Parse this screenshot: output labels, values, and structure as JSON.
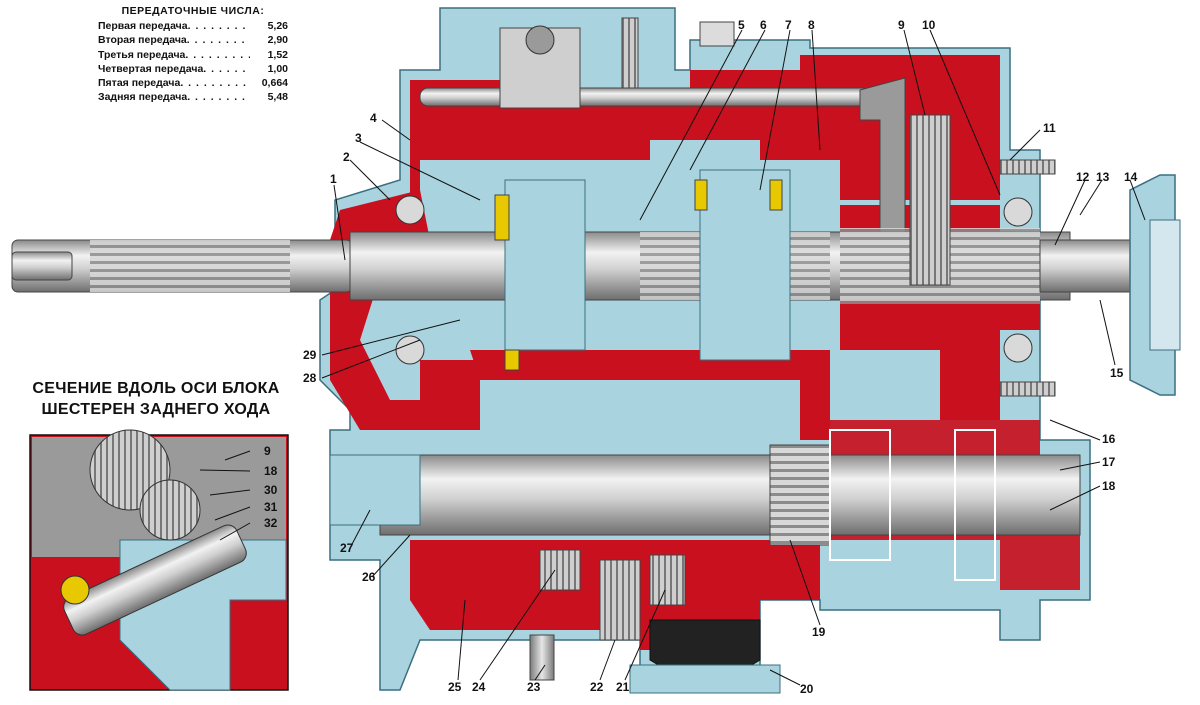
{
  "ratios": {
    "title": "ПЕРЕДАТОЧНЫЕ ЧИСЛА:",
    "rows": [
      {
        "name": "Первая передача",
        "value": "5,26"
      },
      {
        "name": "Вторая передача",
        "value": "2,90"
      },
      {
        "name": "Третья передача",
        "value": "1,52"
      },
      {
        "name": "Четвертая передача",
        "value": "1,00"
      },
      {
        "name": "Пятая передача",
        "value": "0,664"
      },
      {
        "name": "Задняя передача",
        "value": "5,48"
      }
    ]
  },
  "section": {
    "line1": "СЕЧЕНИЕ ВДОЛЬ ОСИ БЛОКА",
    "line2": "ШЕСТЕРЕН ЗАДНЕГО ХОДА"
  },
  "callouts": {
    "c1": "1",
    "c2": "2",
    "c3": "3",
    "c4": "4",
    "c5": "5",
    "c6": "6",
    "c7": "7",
    "c8": "8",
    "c9": "9",
    "c10": "10",
    "c11": "11",
    "c12": "12",
    "c13": "13",
    "c14": "14",
    "c15": "15",
    "c16": "16",
    "c17": "17",
    "c18": "18",
    "c19": "19",
    "c20": "20",
    "c21": "21",
    "c22": "22",
    "c23": "23",
    "c24": "24",
    "c25": "25",
    "c26": "26",
    "c27": "27",
    "c28": "28",
    "c29": "29",
    "inset9": "9",
    "inset18": "18",
    "inset30": "30",
    "inset31": "31",
    "inset32": "32"
  },
  "colors": {
    "housing_red": "#c8101e",
    "cover_blue": "#a9d3df",
    "shaft_grey": "#c4c4c4",
    "dark_detail": "#333333"
  }
}
